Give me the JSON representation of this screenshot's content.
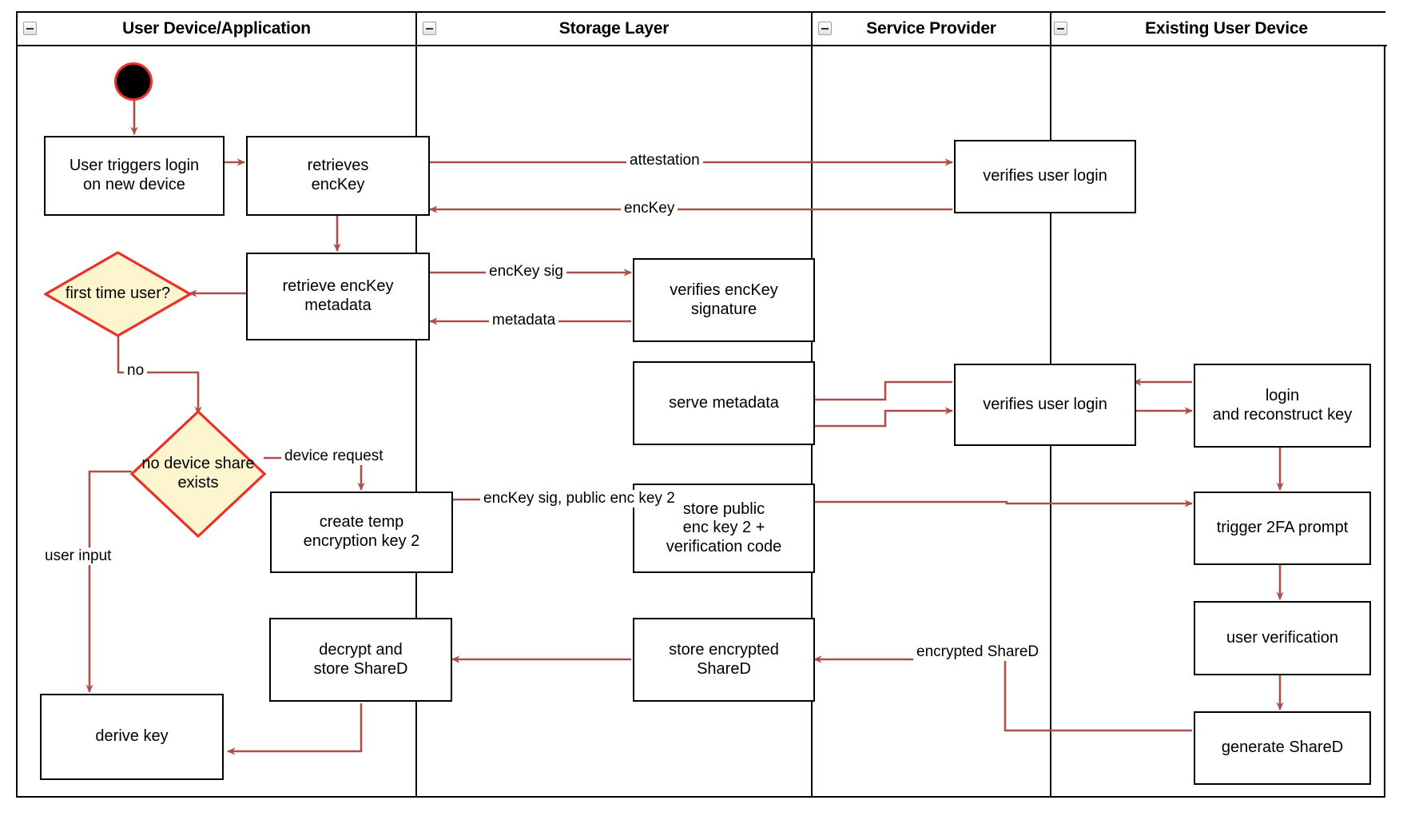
{
  "diagram": {
    "type": "uml-activity-swimlane",
    "accent_edge_color": "#a9504a",
    "decision_fill": "#fcf5cd",
    "decision_stroke": "#e8322a",
    "start_fill": "#000000",
    "start_stroke": "#e8322a",
    "node_stroke": "#000000",
    "lane_stroke": "#000000"
  },
  "lanes": [
    {
      "id": "user-device",
      "title": "User Device/Application",
      "collapse_icon": "minus-box-icon"
    },
    {
      "id": "storage-layer",
      "title": "Storage Layer",
      "collapse_icon": "minus-box-icon"
    },
    {
      "id": "service-provider",
      "title": "Service Provider",
      "collapse_icon": "minus-box-icon"
    },
    {
      "id": "existing-user-device",
      "title": "Existing User Device",
      "collapse_icon": "minus-box-icon"
    }
  ],
  "nodes": {
    "start": {
      "kind": "start",
      "label": ""
    },
    "user_triggers_login": {
      "kind": "action",
      "lines": [
        "User triggers login",
        "on new device"
      ]
    },
    "retrieves_enckey": {
      "kind": "action",
      "lines": [
        "retrieves",
        "encKey"
      ]
    },
    "retrieve_enckey_metadata": {
      "kind": "action",
      "lines": [
        "retrieve encKey",
        "metadata"
      ]
    },
    "first_time_user": {
      "kind": "decision",
      "lines": [
        "first time",
        "user?"
      ]
    },
    "no_device_share_exists": {
      "kind": "decision",
      "lines": [
        "no device",
        "share exists"
      ]
    },
    "create_temp_key2": {
      "kind": "action",
      "lines": [
        "create temp",
        "encryption key 2"
      ]
    },
    "decrypt_store_shared": {
      "kind": "action",
      "lines": [
        "decrypt and",
        "store ShareD"
      ]
    },
    "derive_key": {
      "kind": "action",
      "lines": [
        "derive key"
      ]
    },
    "verifies_enckey_signature": {
      "kind": "action",
      "lines": [
        "verifies encKey",
        "signature"
      ]
    },
    "serve_metadata": {
      "kind": "action",
      "lines": [
        "serve metadata"
      ]
    },
    "store_public_enc_key2": {
      "kind": "action",
      "lines": [
        "store public",
        "enc key 2 +",
        "verification code"
      ]
    },
    "store_encrypted_shared": {
      "kind": "action",
      "lines": [
        "store encrypted",
        "ShareD"
      ]
    },
    "verifies_user_login_top": {
      "kind": "action",
      "lines": [
        "verifies user login"
      ]
    },
    "verifies_user_login_mid": {
      "kind": "action",
      "lines": [
        "verifies user login"
      ]
    },
    "login_reconstruct_key": {
      "kind": "action",
      "lines": [
        "login",
        "and reconstruct key"
      ]
    },
    "trigger_2fa_prompt": {
      "kind": "action",
      "lines": [
        "trigger 2FA prompt"
      ]
    },
    "user_verification": {
      "kind": "action",
      "lines": [
        "user verification"
      ]
    },
    "generate_shared": {
      "kind": "action",
      "lines": [
        "generate ShareD"
      ]
    }
  },
  "edge_labels": {
    "attestation": "attestation",
    "enckey": "encKey",
    "enckey_sig": "encKey sig",
    "metadata": "metadata",
    "no": "no",
    "device_request": "device request",
    "user_input": "user input",
    "enckey_sig_public_key2_l1": "encKey sig,",
    "enckey_sig_public_key2_l2": "public enc key 2",
    "encrypted_shared": "encrypted ShareD"
  }
}
